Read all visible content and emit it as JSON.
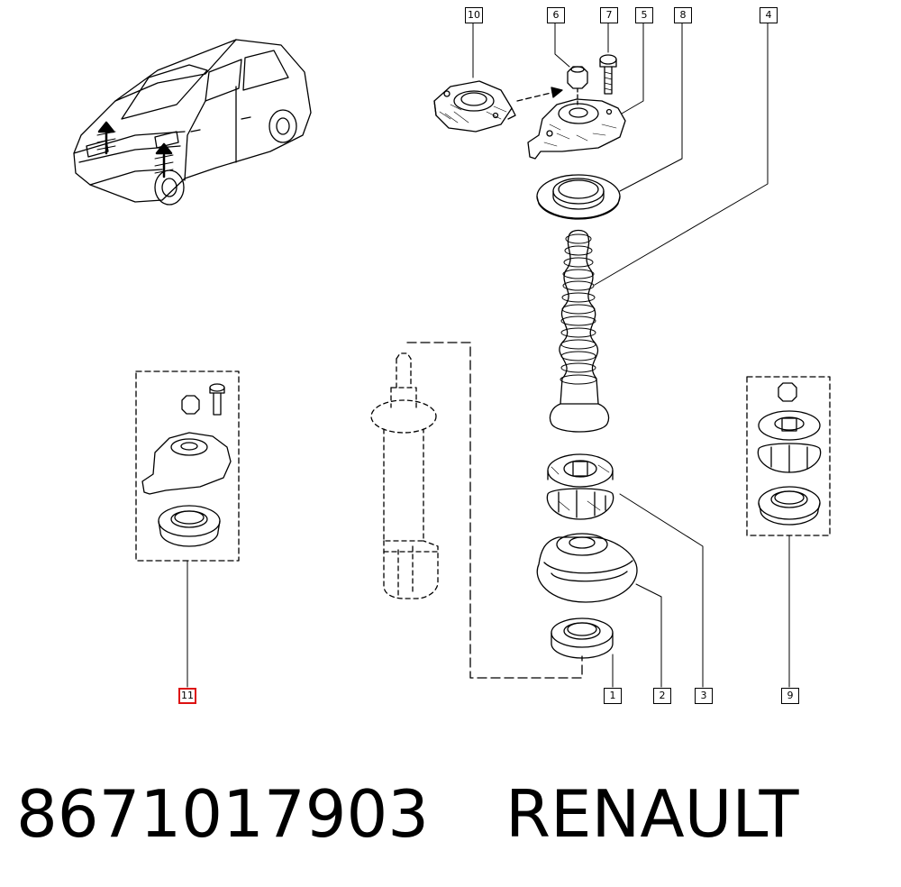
{
  "callouts": [
    {
      "id": "callout-10",
      "label": "10"
    },
    {
      "id": "callout-6",
      "label": "6"
    },
    {
      "id": "callout-7",
      "label": "7"
    },
    {
      "id": "callout-5",
      "label": "5"
    },
    {
      "id": "callout-8",
      "label": "8"
    },
    {
      "id": "callout-4",
      "label": "4"
    },
    {
      "id": "callout-11",
      "label": "11"
    },
    {
      "id": "callout-1",
      "label": "1"
    },
    {
      "id": "callout-2",
      "label": "2"
    },
    {
      "id": "callout-3",
      "label": "3"
    },
    {
      "id": "callout-9",
      "label": "9"
    }
  ],
  "footer": {
    "part_number": "8671017903",
    "brand": "RENAULT"
  },
  "colors": {
    "line": "#000000",
    "highlight": "#dd1111",
    "background": "#ffffff"
  }
}
